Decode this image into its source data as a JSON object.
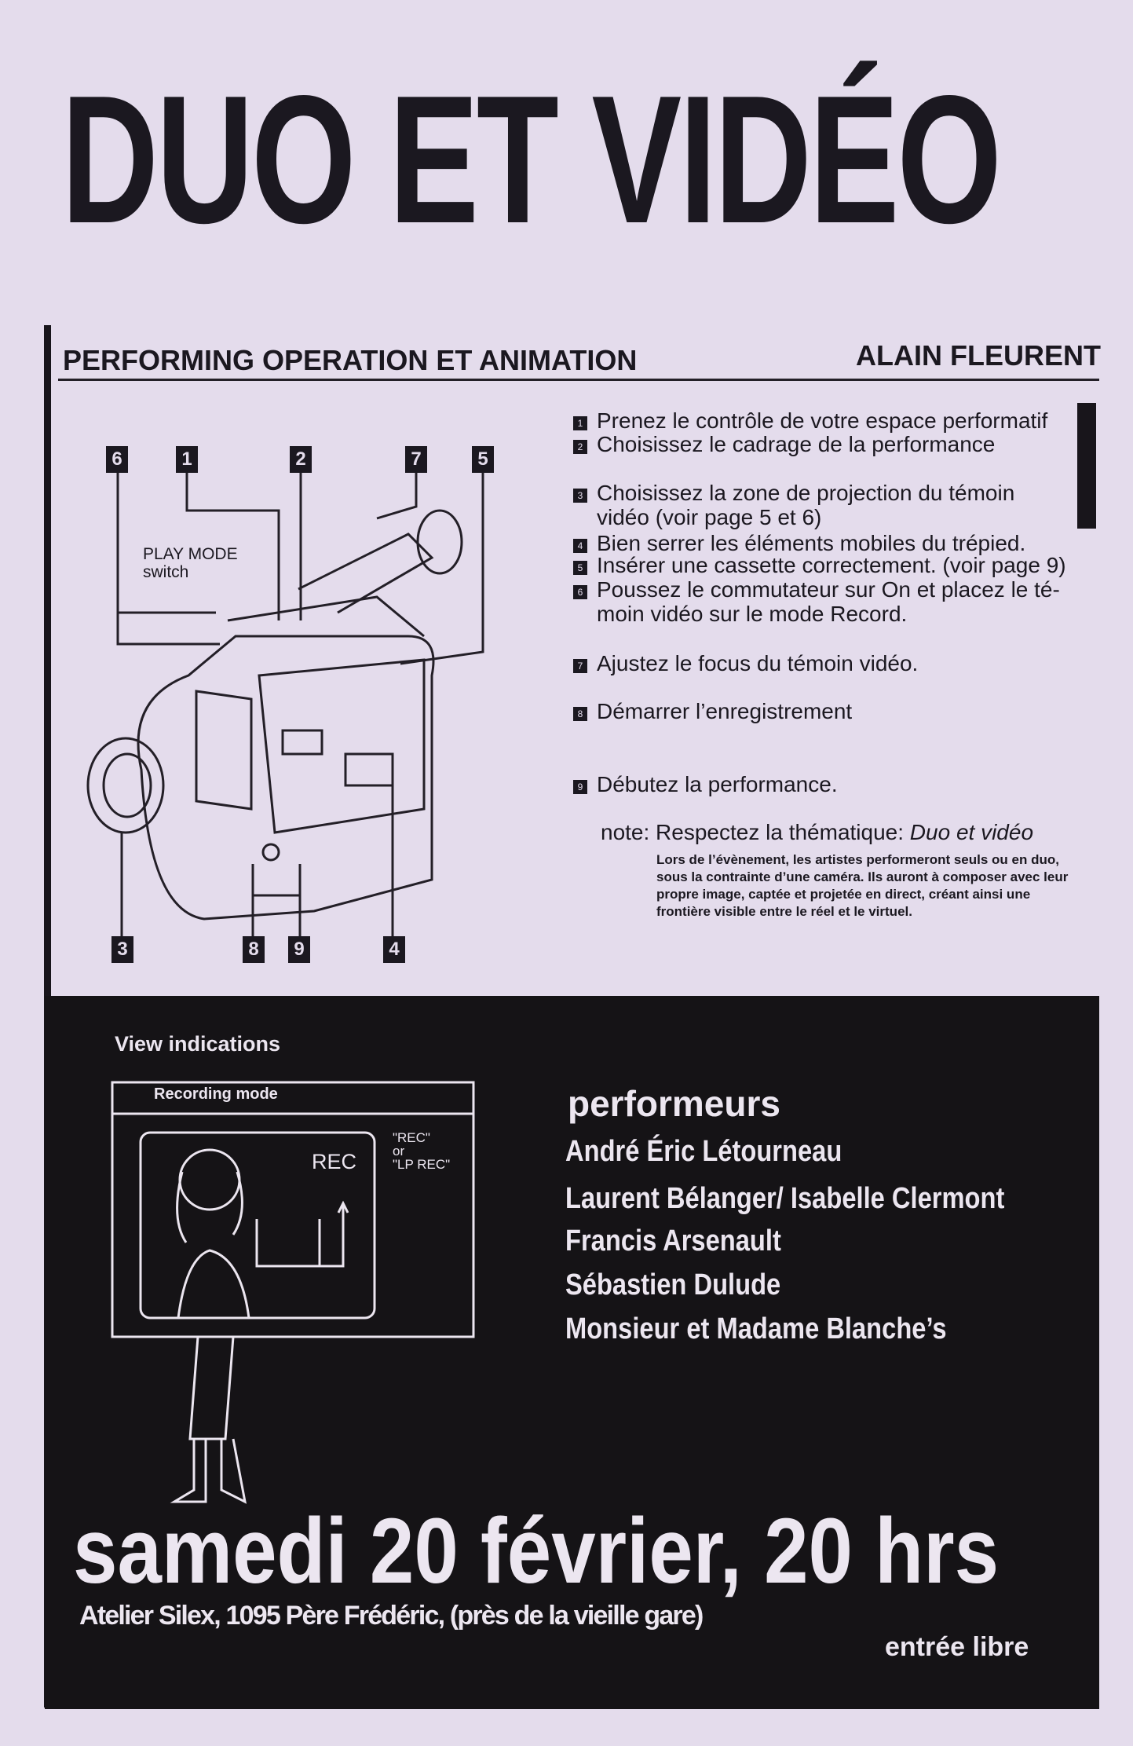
{
  "title": "DUO ET VIDÉO",
  "header": {
    "subtitle": "PERFORMING OPERATION ET ANIMATION",
    "author": "ALAIN FLEURENT"
  },
  "diagram": {
    "labels": [
      "6",
      "1",
      "2",
      "7",
      "5",
      "3",
      "8",
      "9",
      "4"
    ],
    "play_mode": "PLAY MODE",
    "switch": "switch"
  },
  "steps": [
    {
      "n": "1",
      "text": "Prenez le contrôle de votre espace performatif"
    },
    {
      "n": "2",
      "text": "Choisissez le cadrage de la performance"
    },
    {
      "n": "3",
      "text": "Choisissez la zone de projection du témoin vidéo (voir page 5 et 6)"
    },
    {
      "n": "4",
      "text": "Bien serrer les éléments mobiles du trépied."
    },
    {
      "n": "5",
      "text": "Insérer une cassette correctement. (voir page 9)"
    },
    {
      "n": "6",
      "text": "Poussez le commutateur sur On et placez le té-moin vidéo sur le mode Record."
    },
    {
      "n": "7",
      "text": "Ajustez le focus du témoin vidéo."
    },
    {
      "n": "8",
      "text": "Démarrer l’enregistrement"
    },
    {
      "n": "9",
      "text": "Débutez la performance."
    }
  ],
  "note": {
    "prefix": "note: Respectez la thématique: ",
    "theme": "Duo et vidéo",
    "body": "Lors de l’évènement, les artistes performeront seuls ou en duo, sous la contrainte d’une caméra. Ils auront à composer avec leur propre image, captée et projetée en direct, créant ainsi une frontière visible entre le réel et le virtuel."
  },
  "view": {
    "heading": "View indications",
    "mode": "Recording mode",
    "rec": "REC",
    "rec_opts": [
      "\"REC\"",
      "or",
      "\"LP REC\""
    ]
  },
  "performers": {
    "heading": "performeurs",
    "names": [
      "André Éric Létourneau",
      "Laurent Bélanger/ Isabelle Clermont",
      "Francis Arsenault",
      "Sébastien Dulude",
      "Monsieur et Madame Blanche’s"
    ]
  },
  "event": {
    "date": "samedi 20 février, 20 hrs",
    "address": "Atelier Silex, 1095 Père Frédéric, (près de la vieille gare)",
    "entry": "entrée libre"
  }
}
